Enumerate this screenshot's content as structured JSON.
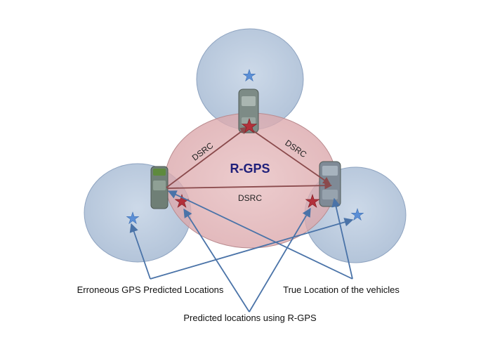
{
  "center_label": "R-GPS",
  "links": {
    "left_top": "DSRC",
    "top_right": "DSRC",
    "left_right": "DSRC"
  },
  "captions": {
    "erroneous": "Erroneous GPS Predicted Locations",
    "true_location": "True Location of the vehicles",
    "predicted": "Predicted locations using R-GPS"
  },
  "colors": {
    "gps_circle": "#b9c9dc",
    "rgps_region": "#e3b3b6",
    "arrow": "#4a73a8",
    "link": "#8a4a4c",
    "true_star": "#b2303a",
    "gps_star": "#5b8fd6",
    "title": "#1f1f7a"
  }
}
